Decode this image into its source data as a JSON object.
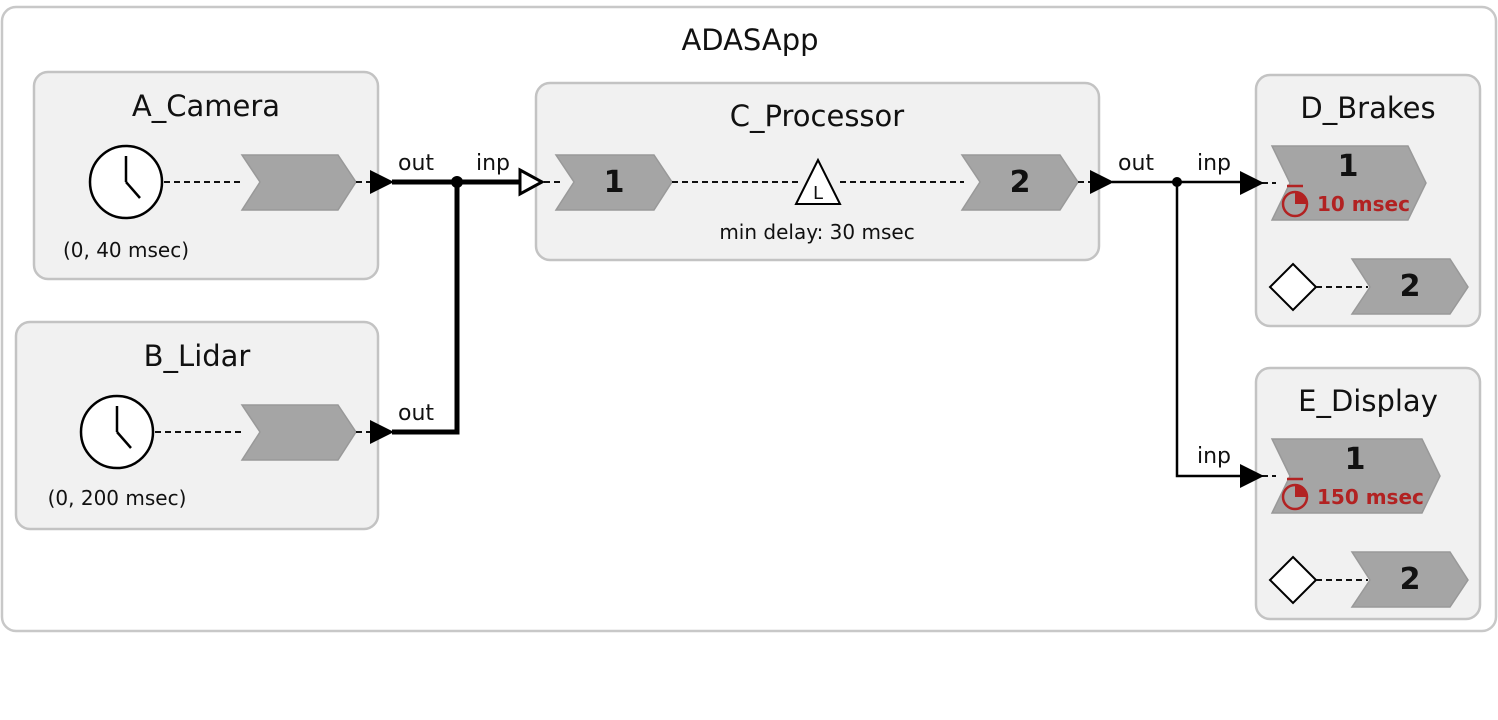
{
  "app": {
    "title": "ADASApp"
  },
  "reactors": {
    "camera": {
      "name": "A_Camera",
      "timer": "(0, 40 msec)",
      "out_label": "out"
    },
    "lidar": {
      "name": "B_Lidar",
      "timer": "(0, 200 msec)",
      "out_label": "out"
    },
    "processor": {
      "name": "C_Processor",
      "in_label": "inp",
      "out_label": "out",
      "reaction1": "1",
      "reaction2": "2",
      "logical_action": "L",
      "min_delay": "min delay: 30 msec"
    },
    "brakes": {
      "name": "D_Brakes",
      "in_label": "inp",
      "reaction1": "1",
      "reaction2": "2",
      "deadline": "10 msec"
    },
    "display": {
      "name": "E_Display",
      "in_label": "inp",
      "reaction1": "1",
      "reaction2": "2",
      "deadline": "150 msec"
    }
  },
  "colors": {
    "container_fill": "#f1f1f1",
    "container_stroke": "#c3c3c3",
    "reaction_fill": "#a5a5a5",
    "deadline": "#b22222"
  },
  "icons": {
    "timer": "clock-icon",
    "deadline": "stopwatch-icon",
    "action": "triangle-action-icon",
    "startup": "diamond-icon"
  }
}
